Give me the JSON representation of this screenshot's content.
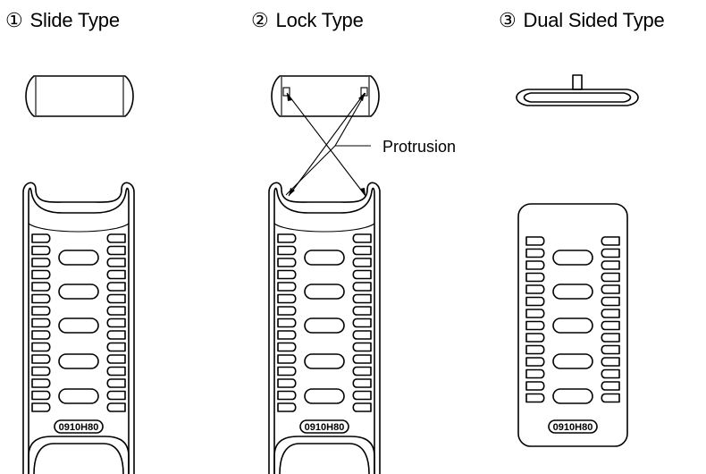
{
  "types": [
    {
      "number": "①",
      "label": "Slide Type"
    },
    {
      "number": "②",
      "label": "Lock Type"
    },
    {
      "number": "③",
      "label": "Dual Sided Type"
    }
  ],
  "callout": {
    "label": "Protrusion"
  },
  "plate_marking": "0910H80"
}
